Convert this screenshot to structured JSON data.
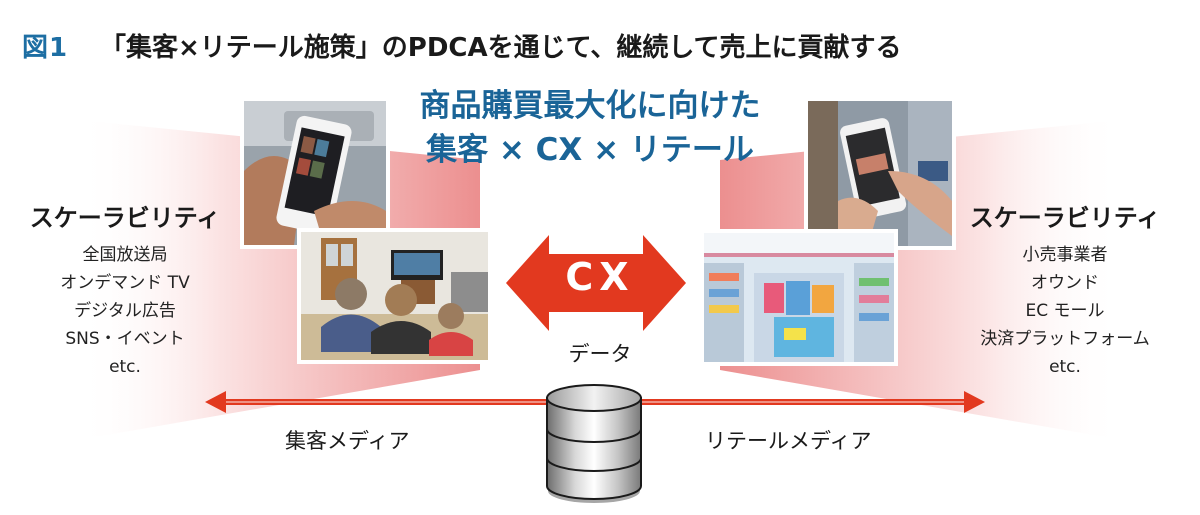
{
  "figure": {
    "number_label": "図1",
    "title": "「集客×リテール施策」のPDCAを通じて、継続して売上に貢献する"
  },
  "headline": {
    "line1": "商品購買最大化に向けた",
    "line2": "集客 × CX × リテール"
  },
  "left_panel": {
    "heading": "スケーラビリティ",
    "items": [
      "全国放送局",
      "オンデマンド TV",
      "デジタル広告",
      "SNS・イベント",
      "etc."
    ],
    "media_label": "集客メディア",
    "photos": [
      "smartphone-streaming-photo",
      "family-watching-tv-photo"
    ]
  },
  "right_panel": {
    "heading": "スケーラビリティ",
    "items": [
      "小売事業者",
      "オウンド",
      "EC モール",
      "決済プラットフォーム",
      "etc."
    ],
    "media_label": "リテールメディア",
    "photos": [
      "smartphone-barcode-scan-photo",
      "convenience-store-shelves-photo"
    ]
  },
  "center": {
    "cx_label": "CX",
    "data_label": "データ",
    "database_icon": "database-cylinder-icon"
  },
  "colors": {
    "accent_blue": "#1d6ea3",
    "headline_blue": "#1a6497",
    "arrow_red": "#e2391f",
    "fan_pink": "#f3b3b3"
  }
}
